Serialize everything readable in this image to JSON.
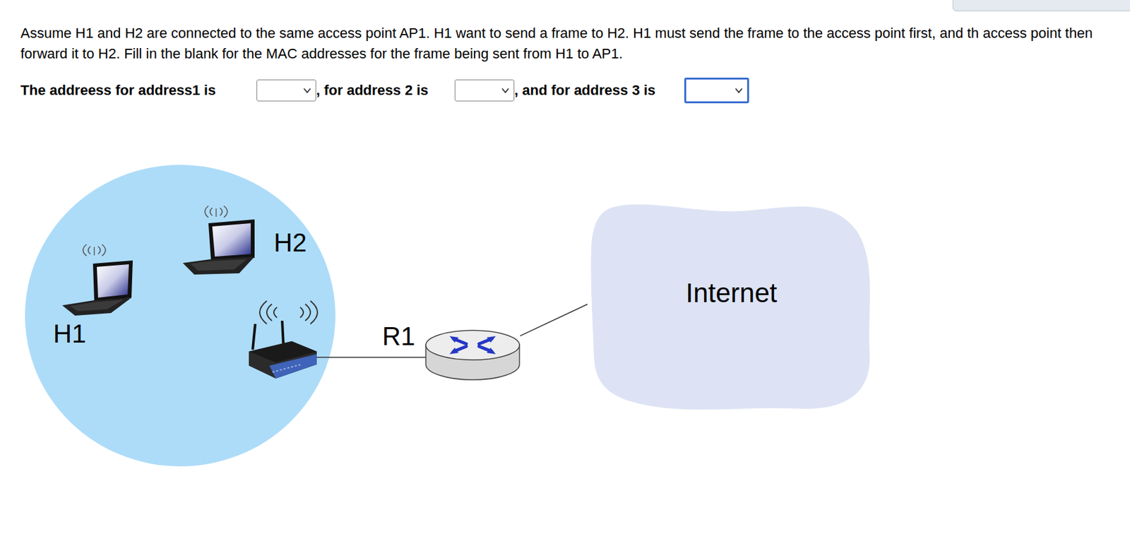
{
  "diagram": {
    "nodes": [
      {
        "text": [
          "H1"
        ]
      },
      {
        "text": [
          "H2"
        ]
      },
      {
        "text": [
          "R1"
        ]
      },
      {
        "text": [
          "Internet"
        ]
      }
    ],
    "edges": [
      {
        "from": 2,
        "to": 3,
        "arrow": "none"
      }
    ],
    "labels": [
      "Assume H1 and H2 are connected to the same access point AP1. H1 want to send a frame to H2. H1 must send the frame to the access point first, and th access point then forward it to H2. Fill in the blank for the MAC addresses for the frame being sent from H1 to AP1.",
      "The addreess for address1 is",
      ", for address 2 is",
      ", and for address 3 is"
    ]
  }
}
